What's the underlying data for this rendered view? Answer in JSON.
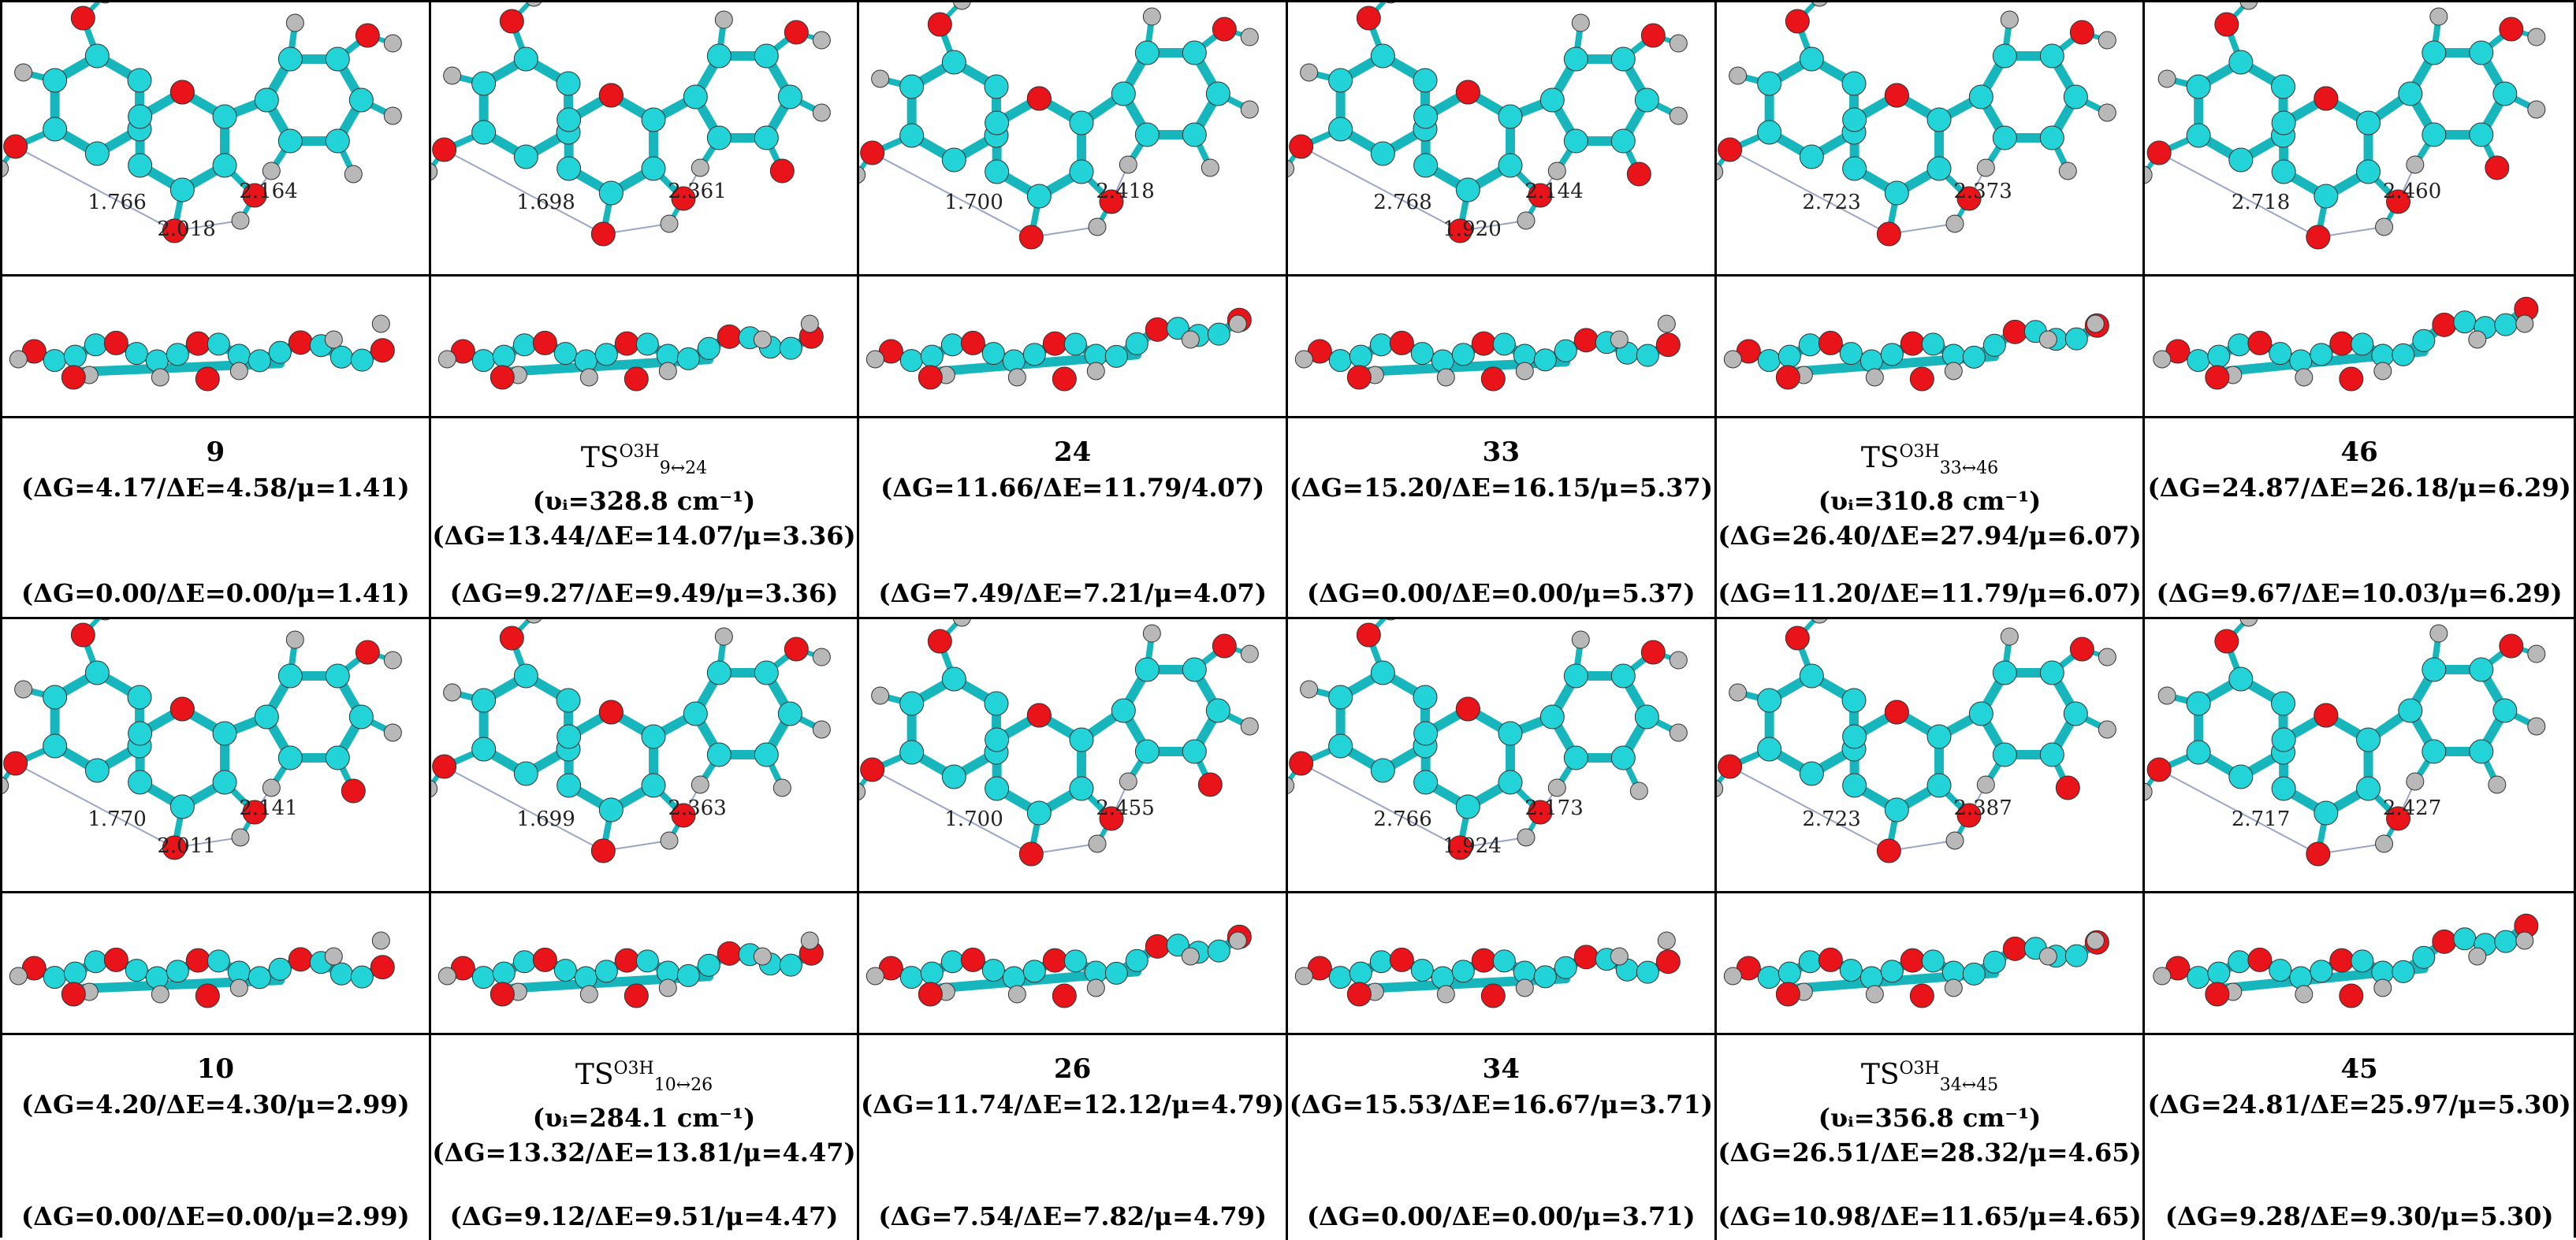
{
  "colors": {
    "carbon": "#22d3d8",
    "oxygen": "#e8141a",
    "hydrogen": "#b8b8b8",
    "bond": "#17b6bd",
    "hbond": "#9aa6c8"
  },
  "rows": [
    [
      {
        "id": "9",
        "is_ts": false,
        "freq": "",
        "energy1": "(ΔG=4.17/ΔE=4.58/μ=1.41)",
        "energy2": "(ΔG=0.00/ΔE=0.00/μ=1.41)",
        "d": [
          "1.766",
          "2.018",
          "2.164"
        ]
      },
      {
        "id": "",
        "is_ts": true,
        "ts_main": "TS",
        "ts_sup": "O3H",
        "ts_sub": "9↔24",
        "freq": "(υᵢ=328.8 cm⁻¹)",
        "energy1": "(ΔG=13.44/ΔE=14.07/μ=3.36)",
        "energy2": "(ΔG=9.27/ΔE=9.49/μ=3.36)",
        "d": [
          "1.698",
          "",
          "2.361"
        ]
      },
      {
        "id": "24",
        "is_ts": false,
        "freq": "",
        "energy1": "(ΔG=11.66/ΔE=11.79/4.07)",
        "energy2": "(ΔG=7.49/ΔE=7.21/μ=4.07)",
        "d": [
          "1.700",
          "",
          "2.418"
        ]
      },
      {
        "id": "33",
        "is_ts": false,
        "freq": "",
        "energy1": "(ΔG=15.20/ΔE=16.15/μ=5.37)",
        "energy2": "(ΔG=0.00/ΔE=0.00/μ=5.37)",
        "d": [
          "2.768",
          "1.920",
          "2.144"
        ]
      },
      {
        "id": "",
        "is_ts": true,
        "ts_main": "TS",
        "ts_sup": "O3H",
        "ts_sub": "33↔46",
        "freq": "(υᵢ=310.8 cm⁻¹)",
        "energy1": "(ΔG=26.40/ΔE=27.94/μ=6.07)",
        "energy2": "(ΔG=11.20/ΔE=11.79/μ=6.07)",
        "d": [
          "2.723",
          "",
          "2.373"
        ]
      },
      {
        "id": "46",
        "is_ts": false,
        "freq": "",
        "energy1": "(ΔG=24.87/ΔE=26.18/μ=6.29)",
        "energy2": "(ΔG=9.67/ΔE=10.03/μ=6.29)",
        "d": [
          "2.718",
          "",
          "2.460"
        ]
      }
    ],
    [
      {
        "id": "10",
        "is_ts": false,
        "freq": "",
        "energy1": "(ΔG=4.20/ΔE=4.30/μ=2.99)",
        "energy2": "(ΔG=0.00/ΔE=0.00/μ=2.99)",
        "d": [
          "1.770",
          "2.011",
          "2.141"
        ]
      },
      {
        "id": "",
        "is_ts": true,
        "ts_main": "TS",
        "ts_sup": "O3H",
        "ts_sub": "10↔26",
        "freq": "(υᵢ=284.1 cm⁻¹)",
        "energy1": "(ΔG=13.32/ΔE=13.81/μ=4.47)",
        "energy2": "(ΔG=9.12/ΔE=9.51/μ=4.47)",
        "d": [
          "1.699",
          "",
          "2.363"
        ]
      },
      {
        "id": "26",
        "is_ts": false,
        "freq": "",
        "energy1": "(ΔG=11.74/ΔE=12.12/μ=4.79)",
        "energy2": "(ΔG=7.54/ΔE=7.82/μ=4.79)",
        "d": [
          "1.700",
          "",
          "2.455"
        ]
      },
      {
        "id": "34",
        "is_ts": false,
        "freq": "",
        "energy1": "(ΔG=15.53/ΔE=16.67/μ=3.71)",
        "energy2": "(ΔG=0.00/ΔE=0.00/μ=3.71)",
        "d": [
          "2.766",
          "1.924",
          "2.173"
        ]
      },
      {
        "id": "",
        "is_ts": true,
        "ts_main": "TS",
        "ts_sup": "O3H",
        "ts_sub": "34↔45",
        "freq": "(υᵢ=356.8 cm⁻¹)",
        "energy1": "(ΔG=26.51/ΔE=28.32/μ=4.65)",
        "energy2": "(ΔG=10.98/ΔE=11.65/μ=4.65)",
        "d": [
          "2.723",
          "",
          "2.387"
        ]
      },
      {
        "id": "45",
        "is_ts": false,
        "freq": "",
        "energy1": "(ΔG=24.81/ΔE=25.97/μ=5.30)",
        "energy2": "(ΔG=9.28/ΔE=9.30/μ=5.30)",
        "d": [
          "2.717",
          "",
          "2.427"
        ]
      }
    ]
  ]
}
